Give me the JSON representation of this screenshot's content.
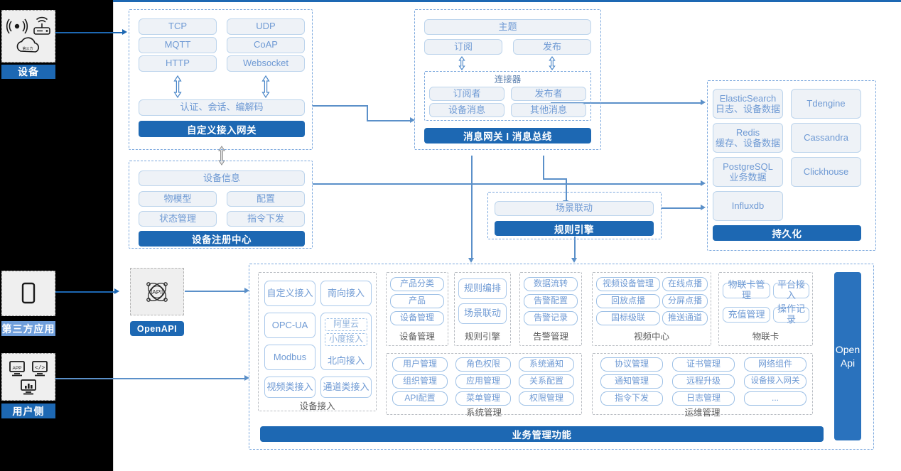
{
  "left_rail": {
    "device": {
      "label": "设备",
      "icons": [
        "signal-waves-icon",
        "router-icon",
        "cloud-icon"
      ]
    },
    "third_party": {
      "label": "第三方应用",
      "icons": [
        "mobile-phone-icon"
      ]
    },
    "user_side": {
      "label": "用户侧",
      "icons": [
        "app-monitor-icon",
        "code-monitor-icon",
        "chart-monitor-icon"
      ]
    }
  },
  "gateway": {
    "protocols": [
      "TCP",
      "UDP",
      "MQTT",
      "CoAP",
      "HTTP",
      "Websocket"
    ],
    "middle": "认证、会话、编解码",
    "title": "自定义接入网关"
  },
  "broker": {
    "topic": "主题",
    "subscribe": "订阅",
    "publish": "发布",
    "connector_title": "连接器",
    "connector_items": [
      "订阅者",
      "发布者",
      "设备消息",
      "其他消息"
    ],
    "title": "消息网关 l 消息总线"
  },
  "registry": {
    "info": "设备信息",
    "items": [
      "物模型",
      "配置",
      "状态管理",
      "指令下发"
    ],
    "title": "设备注册中心"
  },
  "rules": {
    "scene": "场景联动",
    "title": "规则引擎"
  },
  "persistence": {
    "stores": [
      {
        "name": "ElasticSearch",
        "sub": "日志、设备数据"
      },
      {
        "name": "Tdengine",
        "sub": ""
      },
      {
        "name": "Redis",
        "sub": "缓存、设备数据"
      },
      {
        "name": "Cassandra",
        "sub": ""
      },
      {
        "name": "PostgreSQL",
        "sub": "业务数据"
      },
      {
        "name": "Clickhouse",
        "sub": ""
      },
      {
        "name": "Influxdb",
        "sub": ""
      }
    ],
    "title": "持久化"
  },
  "openapi": {
    "icon": "api-atom-icon",
    "label": "OpenAPI"
  },
  "business": {
    "title": "业务管理功能",
    "open_api_side": "Open\nApi",
    "open_api_side_line1": "Open",
    "open_api_side_line2": "Api",
    "device_access": {
      "label": "设备接入",
      "items": [
        "自定义接入",
        "南向接入",
        "OPC-UA",
        "Modbus",
        "北向接入",
        "视频类接入",
        "通道类接入"
      ],
      "nested": [
        "阿里云",
        "小度接入"
      ]
    },
    "groups_row1": [
      {
        "label": "设备管理",
        "items": [
          "产品分类",
          "产品",
          "设备管理"
        ]
      },
      {
        "label": "规则引擎",
        "items": [
          "规则编排",
          "场景联动"
        ]
      },
      {
        "label": "告警管理",
        "items": [
          "数据流转",
          "告警配置",
          "告警记录"
        ]
      },
      {
        "label": "视频中心",
        "items": [
          "视频设备管理",
          "在线点播",
          "回放点播",
          "分屏点播",
          "国标级联",
          "推送通道"
        ]
      },
      {
        "label": "物联卡",
        "items": [
          "物联卡管理",
          "平台接入",
          "充值管理",
          "操作记录"
        ]
      }
    ],
    "groups_row2": [
      {
        "label": "系统管理",
        "items": [
          "用户管理",
          "角色权限",
          "系统通知",
          "组织管理",
          "应用管理",
          "关系配置",
          "API配置",
          "菜单管理",
          "权限管理"
        ]
      },
      {
        "label": "运维管理",
        "items": [
          "协议管理",
          "证书管理",
          "网络组件",
          "通知管理",
          "远程升级",
          "设备接入网关",
          "指令下发",
          "日志管理",
          "..."
        ]
      }
    ]
  },
  "colors": {
    "brand_blue": "#1d68b3",
    "chip_blue": "#6f9ad4",
    "chip_fill": "#eef2f7",
    "dash_border": "#7aa7dd",
    "rail_black": "#000000"
  }
}
